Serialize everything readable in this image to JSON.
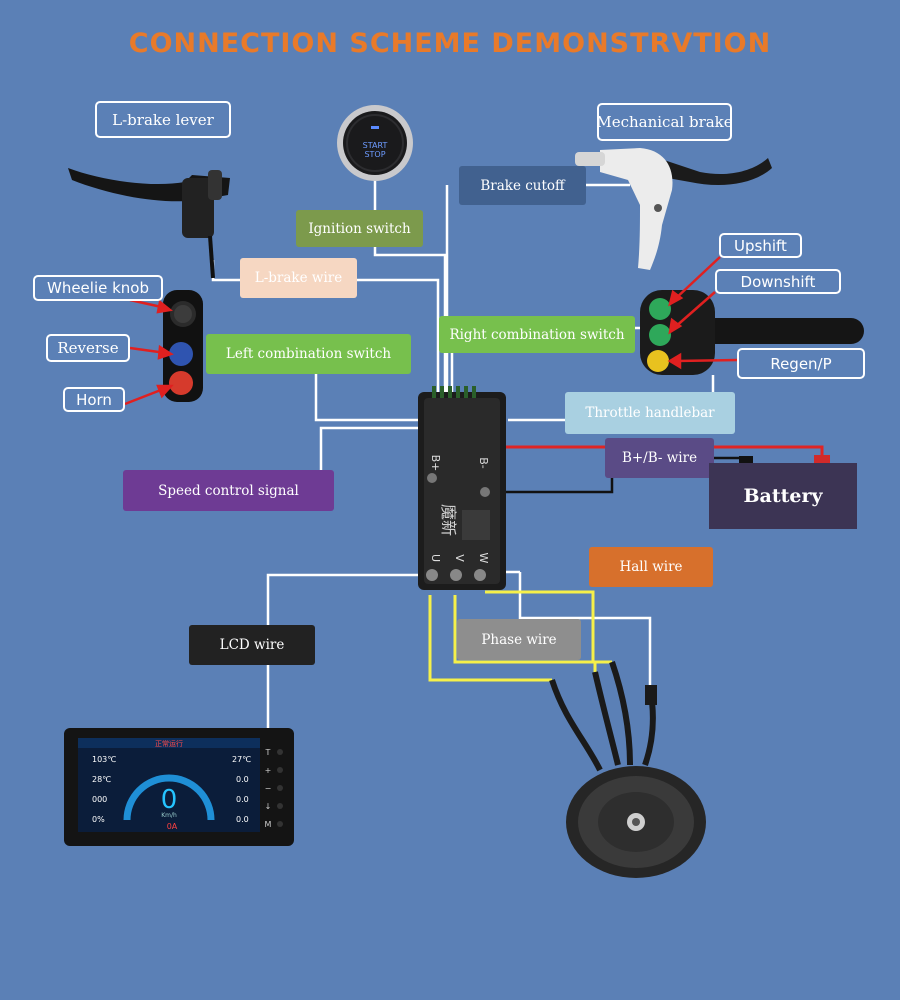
{
  "title": "CONNECTION SCHEME DEMONSTRVTION",
  "labels": {
    "l_brake_lever": "L-brake lever",
    "mechanical_brake": "Mechanical brake",
    "brake_cutoff": "Brake cutoff",
    "ignition_switch": "Ignition switch",
    "l_brake_wire": "L-brake wire",
    "wheelie_knob": "Wheelie knob",
    "reverse": "Reverse",
    "horn": "Horn",
    "left_combination_switch": "Left combination switch",
    "right_combination_switch": "Right combination switch",
    "upshift": "Upshift",
    "downshift": "Downshift",
    "regen": "Regen/P",
    "throttle_handlebar": "Throttle handlebar",
    "bwire": "B+/B- wire",
    "battery": "Battery",
    "speed_control_signal": "Speed control signal",
    "hall_wire": "Hall wire",
    "phase_wire": "Phase wire",
    "lcd_wire": "LCD wire"
  },
  "start_button": {
    "line1": "START",
    "line2": "STOP"
  },
  "controller": {
    "bplus": "B+",
    "bminus": "B-",
    "u": "U",
    "v": "V",
    "w": "W",
    "brand": "魔新"
  },
  "lcd": {
    "header": "正常运行",
    "speed": "0",
    "speed_unit": "Km/h",
    "current": "0A",
    "left_values": [
      "103℃",
      "28℃",
      "000",
      "0%"
    ],
    "right_values": [
      "27℃",
      "0.0",
      "0.0",
      "0.0"
    ],
    "side_buttons": [
      "T",
      "+",
      "−",
      "↓",
      "M"
    ]
  },
  "colors": {
    "background": "#5b80b6",
    "title": "#e87a2a",
    "brake_cutoff": "#41618f",
    "ignition_switch": "#7c9a4c",
    "l_brake_wire": "#f6d7c2",
    "combination_switch": "#77c04d",
    "throttle_handlebar": "#a9d0e1",
    "bwire": "#5a4b86",
    "speed_control_signal": "#6e3b94",
    "hall_wire": "#d7702c",
    "phase_wire": "#8e8e8e",
    "lcd_wire": "#222222",
    "battery": "#3c3454"
  }
}
